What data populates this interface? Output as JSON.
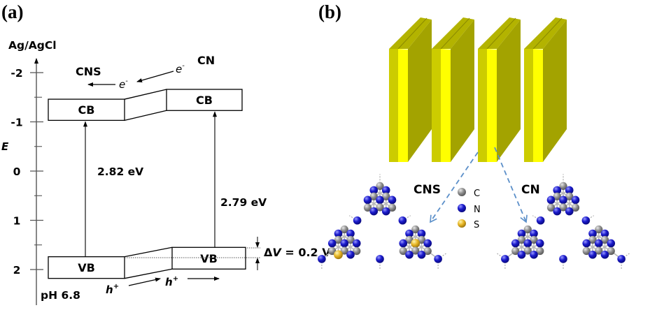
{
  "panel_a": {
    "label": "(a)",
    "axis": {
      "reference_label": "Ag/AgCl",
      "quantity_label": "E",
      "tick_labels": [
        "-2",
        "-1",
        "0",
        "1",
        "2"
      ],
      "major_ticks": [
        -2,
        -1,
        0,
        1,
        2
      ],
      "minor_ticks": [
        -1.5,
        -0.5,
        0.5,
        1.5
      ],
      "range": [
        -2.2,
        2.55
      ],
      "direction": "inverted (negative up)"
    },
    "materials": [
      {
        "name": "CNS",
        "cb_label": "CB",
        "vb_label": "VB",
        "cb_top": -1.46,
        "cb_bottom": -1.03,
        "vb_top": 1.74,
        "vb_bottom": 2.18,
        "band_gap_label": "2.82 eV"
      },
      {
        "name": "CN",
        "cb_label": "CB",
        "vb_label": "VB",
        "cb_top": -1.66,
        "cb_bottom": -1.23,
        "vb_top": 1.55,
        "vb_bottom": 1.99,
        "band_gap_label": "2.79 eV"
      }
    ],
    "electron_labels": [
      "e",
      "e"
    ],
    "electron_superscript": "-",
    "hole_labels": [
      "h",
      "h"
    ],
    "hole_superscript": "+",
    "delta_v": {
      "prefix": "Δ",
      "symbol": "V",
      "value_text": " = 0.2 V"
    },
    "ph_label": "pH  6.8"
  },
  "panel_b": {
    "label": "(b)",
    "sheet_count": 4,
    "colors": {
      "sheet_front": "#ffff00",
      "sheet_left": "#cccc00",
      "sheet_side": "#a3a300",
      "sheet_top": "#b3b300",
      "arrow": "#5b8fc9",
      "carbon": "#8c8c8c",
      "nitrogen": "#1a1acc",
      "sulfur": "#e6b422"
    },
    "structures": [
      {
        "name": "CNS",
        "sulfur_sites": 2
      },
      {
        "name": "CN",
        "sulfur_sites": 0
      }
    ],
    "legend": [
      {
        "element": "C",
        "color": "#8c8c8c"
      },
      {
        "element": "N",
        "color": "#1a1acc"
      },
      {
        "element": "S",
        "color": "#e6b422"
      }
    ]
  }
}
